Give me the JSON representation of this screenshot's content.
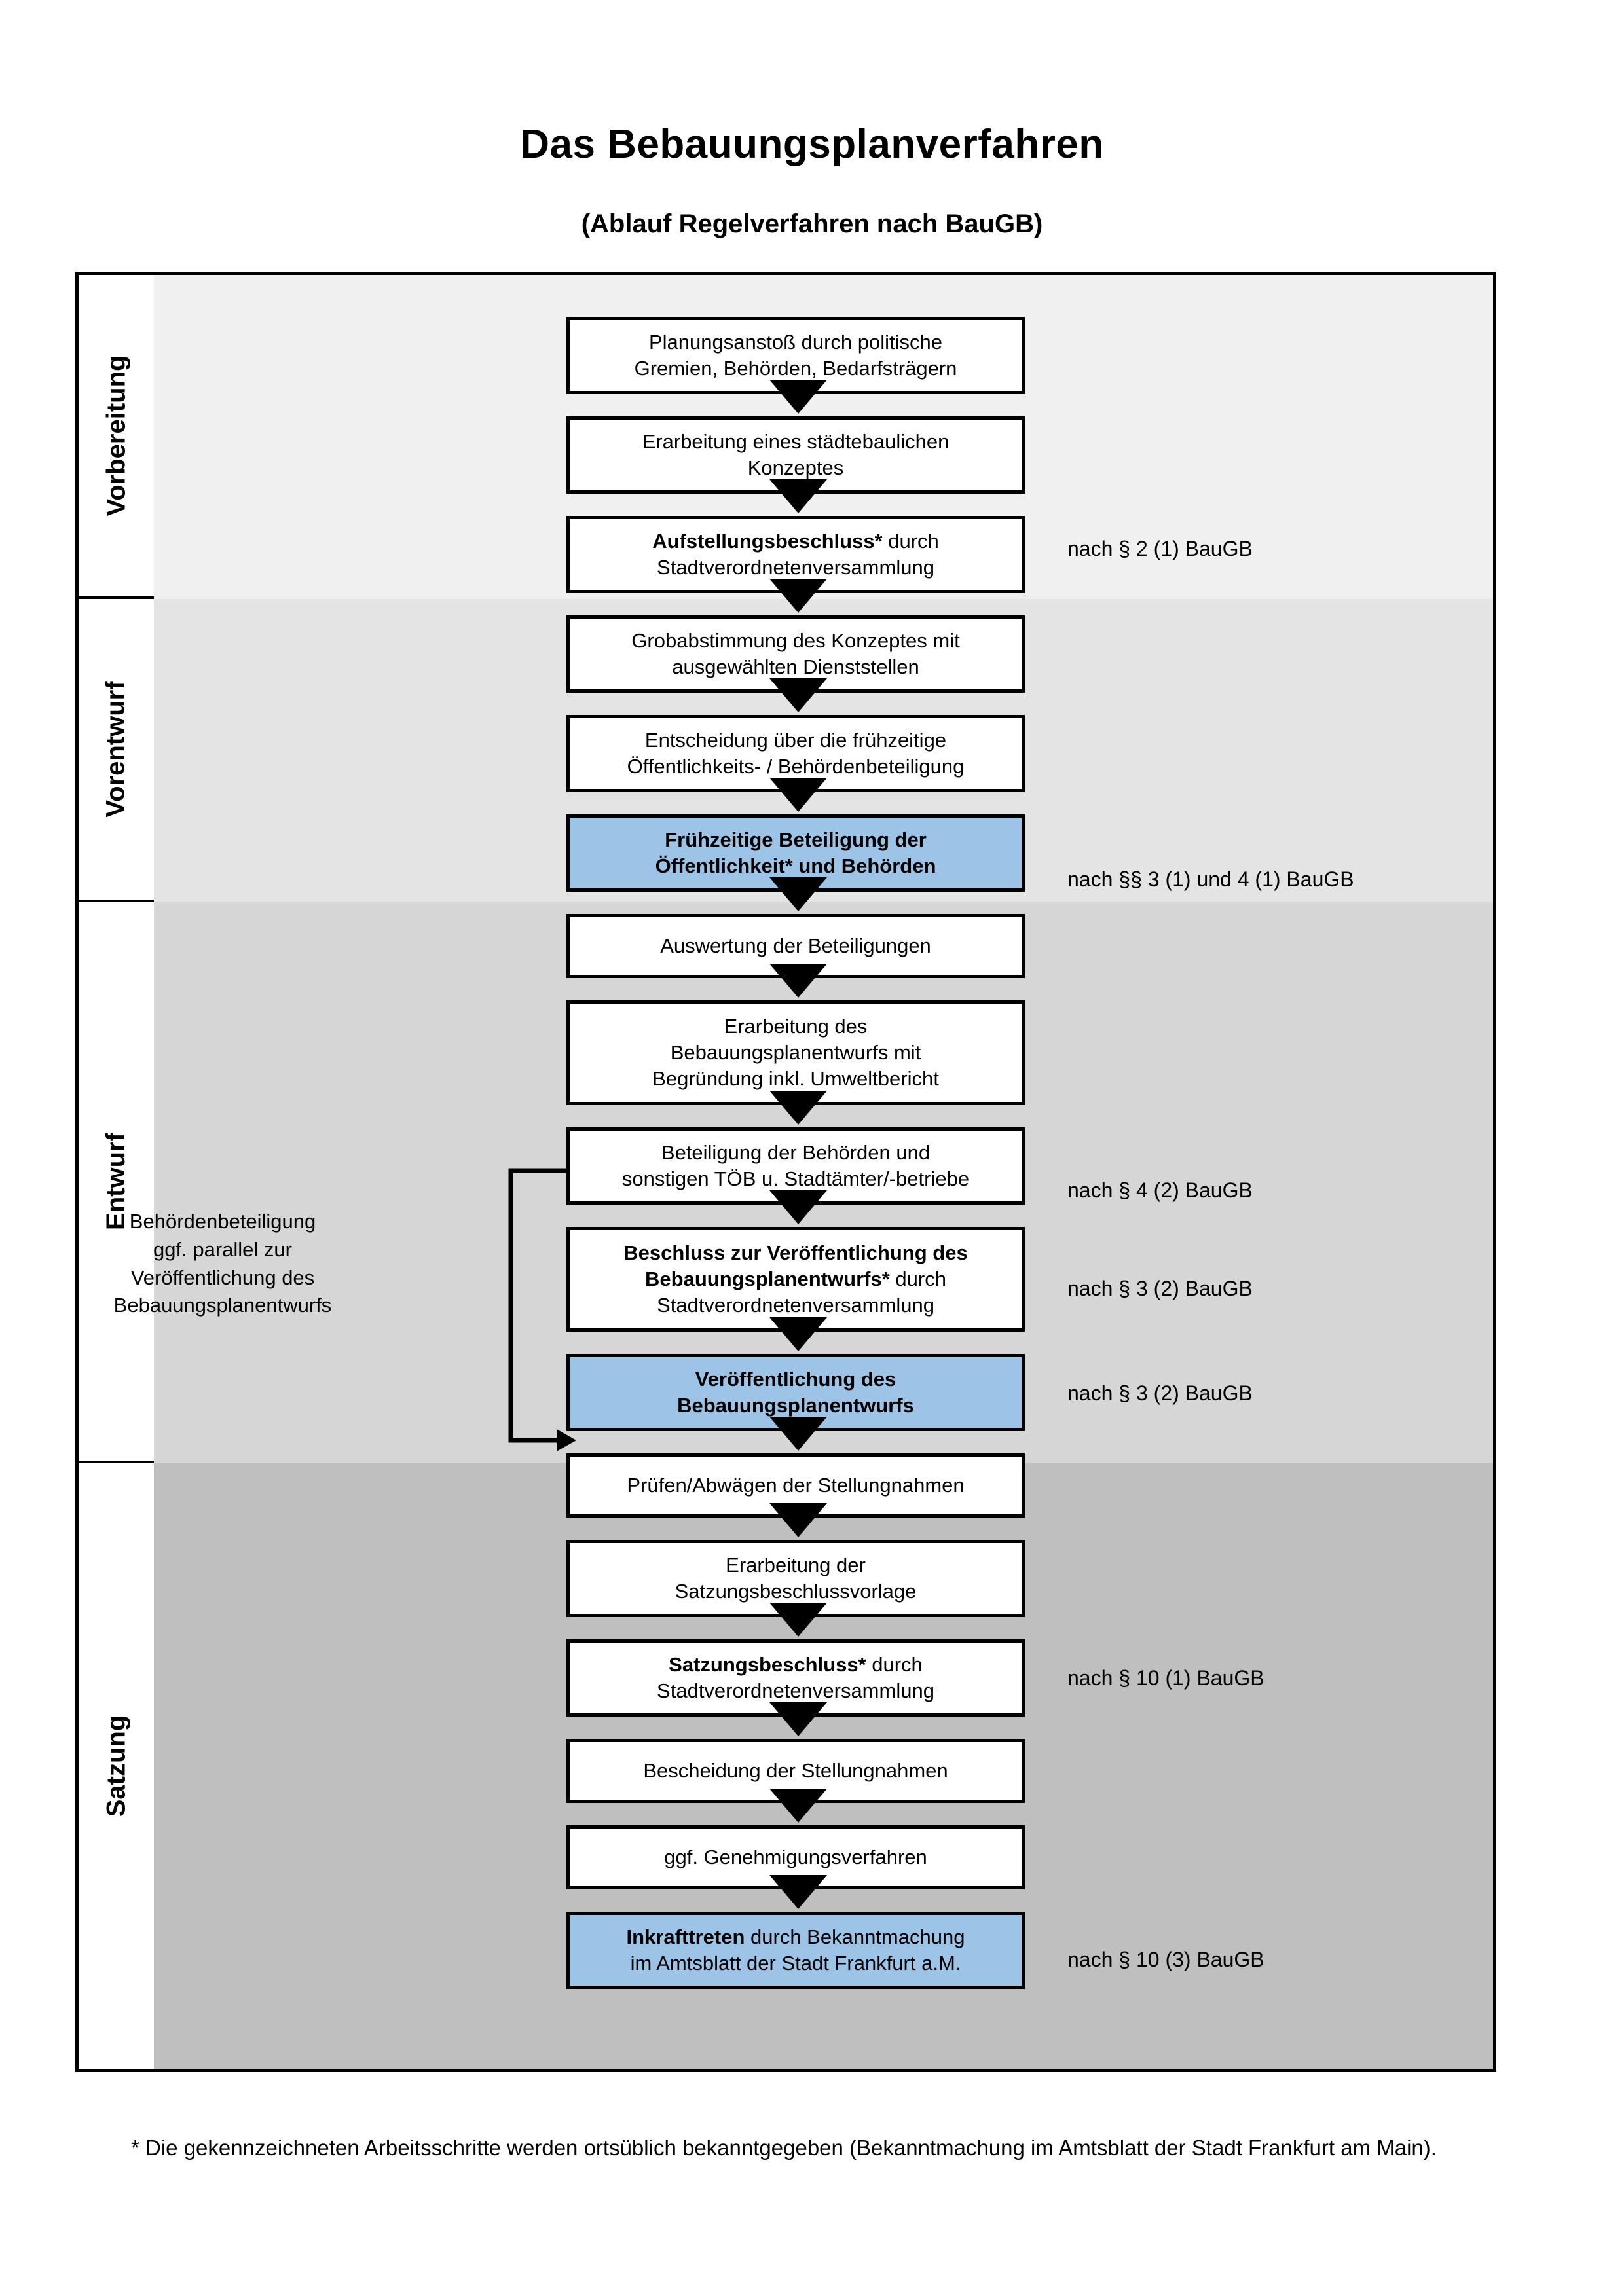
{
  "title": "Das Bebauungsplanverfahren",
  "subtitle": "(Ablauf Regelverfahren nach BauGB)",
  "colors": {
    "accent_blue": "#9DC3E6",
    "band_vorbereitung": "#F0F0F0",
    "band_vorentwurf": "#E4E4E4",
    "band_entwurf": "#D6D6D6",
    "band_satzung": "#BFBFBF",
    "border": "#000000"
  },
  "phases": [
    {
      "label": "Vorbereitung"
    },
    {
      "label": "Vorentwurf"
    },
    {
      "label": "Entwurf"
    },
    {
      "label": "Satzung"
    }
  ],
  "steps": [
    {
      "id": "planungsanstoss",
      "line1": "Planungsanstoß durch politische",
      "line2": "Gremien, Behörden, Bedarfsträgern",
      "highlight": false,
      "bold_prefix": ""
    },
    {
      "id": "staedtebauliches-konzept",
      "line1": "Erarbeitung eines städtebaulichen",
      "line2": "Konzeptes",
      "highlight": false,
      "bold_prefix": ""
    },
    {
      "id": "aufstellungsbeschluss",
      "bold_prefix": "Aufstellungsbeschluss*",
      "line1": " durch",
      "line2": "Stadtverordnetenversammlung",
      "highlight": false
    },
    {
      "id": "grobabstimmung",
      "line1": "Grobabstimmung des Konzeptes mit",
      "line2": "ausgewählten Dienststellen",
      "highlight": false,
      "bold_prefix": ""
    },
    {
      "id": "entscheidung-fruehzeitige-beteiligung",
      "line1": "Entscheidung über die frühzeitige",
      "line2": "Öffentlichkeits- / Behördenbeteiligung",
      "highlight": false,
      "bold_prefix": ""
    },
    {
      "id": "fruehzeitige-beteiligung",
      "bold_prefix": "Frühzeitige Beteiligung der",
      "line1": "",
      "line2": "Öffentlichkeit* und Behörden",
      "highlight": true,
      "all_bold": true
    },
    {
      "id": "auswertung-beteiligungen",
      "line1": "Auswertung der Beteiligungen",
      "line2": "",
      "highlight": false,
      "bold_prefix": ""
    },
    {
      "id": "erarbeitung-bplanentwurf",
      "line1": "Erarbeitung des",
      "line2": "Bebauungsplanentwurfs mit",
      "line3": "Begründung inkl. Umweltbericht",
      "highlight": false,
      "bold_prefix": ""
    },
    {
      "id": "beteiligung-behoerden-toeb",
      "line1": "Beteiligung der Behörden und",
      "line2": "sonstigen TÖB u. Stadtämter/-betriebe",
      "highlight": false,
      "bold_prefix": ""
    },
    {
      "id": "beschluss-veroeffentlichung",
      "bold_prefix": "Beschluss zur Veröffentlichung des",
      "bold_prefix2": "Bebauungsplanentwurfs*",
      "line1": " durch",
      "line2": "Stadtverordnetenversammlung",
      "highlight": false
    },
    {
      "id": "veroeffentlichung-bplanentwurf",
      "bold_prefix": "Veröffentlichung des",
      "line1": "",
      "line2": "Bebauungsplanentwurfs",
      "highlight": true,
      "all_bold": true
    },
    {
      "id": "pruefen-abwaegen",
      "line1": "Prüfen/Abwägen der Stellungnahmen",
      "line2": "",
      "highlight": false,
      "bold_prefix": ""
    },
    {
      "id": "satzungsbeschlussvorlage",
      "line1": "Erarbeitung der",
      "line2": "Satzungsbeschlussvorlage",
      "highlight": false,
      "bold_prefix": ""
    },
    {
      "id": "satzungsbeschluss",
      "bold_prefix": "Satzungsbeschluss*",
      "line1": " durch",
      "line2": "Stadtverordnetenversammlung",
      "highlight": false
    },
    {
      "id": "bescheidung-stellungnahmen",
      "line1": "Bescheidung der Stellungnahmen",
      "line2": "",
      "highlight": false,
      "bold_prefix": ""
    },
    {
      "id": "genehmigungsverfahren",
      "line1": "ggf. Genehmigungsverfahren",
      "line2": "",
      "highlight": false,
      "bold_prefix": ""
    },
    {
      "id": "inkrafttreten",
      "bold_prefix": "Inkrafttreten",
      "line1": " durch Bekanntmachung",
      "line2": "im Amtsblatt der Stadt Frankfurt a.M.",
      "highlight": true
    }
  ],
  "legal_refs": [
    {
      "id": "ref-p2-1",
      "text": "nach § 2 (1) BauGB"
    },
    {
      "id": "ref-p3-1-4-1",
      "text": "nach §§ 3 (1) und 4 (1) BauGB"
    },
    {
      "id": "ref-p4-2",
      "text": "nach § 4 (2) BauGB"
    },
    {
      "id": "ref-p3-2a",
      "text": "nach § 3 (2) BauGB"
    },
    {
      "id": "ref-p3-2b",
      "text": "nach § 3 (2) BauGB"
    },
    {
      "id": "ref-p10-1",
      "text": "nach § 10 (1) BauGB"
    },
    {
      "id": "ref-p10-3",
      "text": "nach § 10 (3) BauGB"
    }
  ],
  "sidenote": {
    "line1": "Behördenbeteiligung",
    "line2": "ggf. parallel zur",
    "line3": "Veröffentlichung des",
    "line4": "Bebauungsplanentwurfs"
  },
  "footnote": "* Die gekennzeichneten Arbeitsschritte werden ortsüblich bekanntgegeben (Bekanntmachung im Amtsblatt  der Stadt Frankfurt am Main)."
}
